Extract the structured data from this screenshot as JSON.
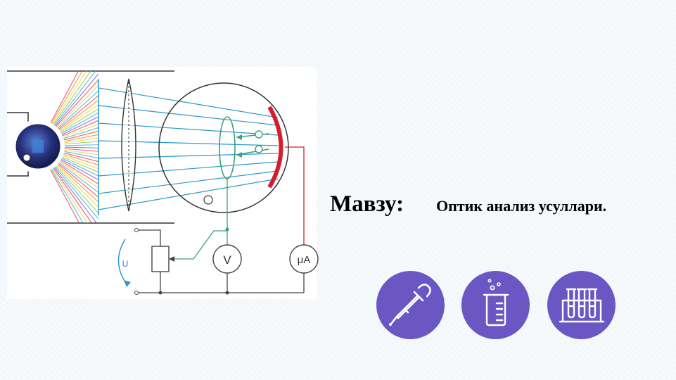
{
  "slide": {
    "title_label": "Мавзу:",
    "title_topic": "Оптик анализ усуллари."
  },
  "diagram": {
    "labels": {
      "voltmeter": "V",
      "microammeter": "μA",
      "voltage": "U"
    }
  },
  "icons": [
    {
      "name": "pipette-icon"
    },
    {
      "name": "beaker-icon"
    },
    {
      "name": "test-tubes-icon"
    }
  ],
  "colors": {
    "accent": "#6b57c4",
    "ray_blue": "#2d9ac9",
    "wire": "#3aa07a",
    "cathode": "#d21f2b"
  }
}
